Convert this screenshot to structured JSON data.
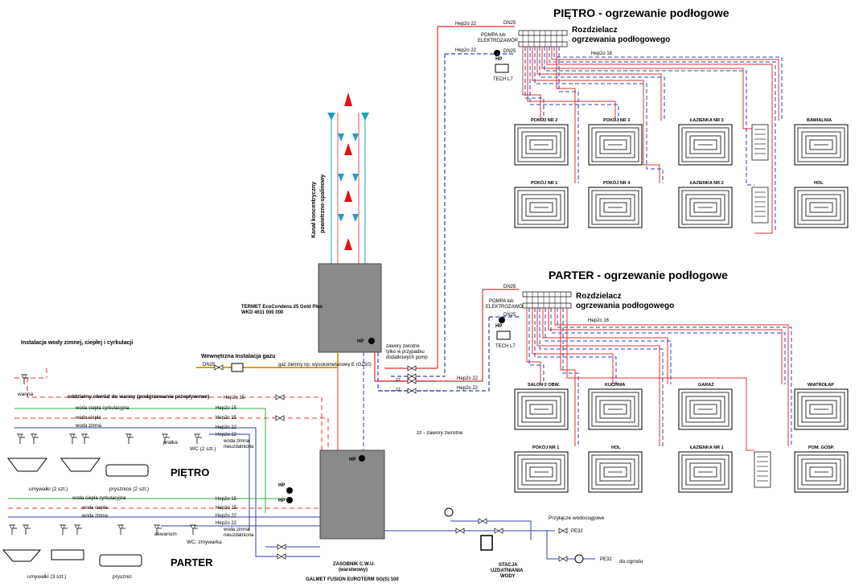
{
  "pietro": {
    "title": "PIĘTRO - ogrzewanie podłogowe",
    "distributor": [
      "Rozdzielacz",
      "ogrzewania podłogowego"
    ],
    "pump": [
      "POMPA lub",
      "ELEKTROZAWÓR"
    ],
    "tech": "TECH L7",
    "hp": "HP",
    "hep22_top": "Hep2o 22",
    "hep22_mid": "Hep2o 22",
    "hep16": "Hep2o 16",
    "dn25_a": "DN25",
    "dn25_b": "DN25",
    "rooms": [
      "POKÓJ NR 2",
      "POKÓJ NR 3",
      "ŁAZIENKA NR 3",
      "BAWIALNIA",
      "POKÓJ NR 1",
      "POKÓJ NR  4",
      "ŁAZIENKA NR 2",
      "HOL"
    ]
  },
  "parter": {
    "title": "PARTER - ogrzewanie podłogowe",
    "distributor": [
      "Rozdzielacz",
      "ogrzewania podłogowego"
    ],
    "pump": [
      "POMPA lub",
      "ELEKTROZAWÓR"
    ],
    "tech": "TECH L7",
    "hp": "HP",
    "hep22_a": "Hep2o 22",
    "hep22_b": "Hep2o 22",
    "hep16": "Hep2o 16",
    "dn25_a": "DN25",
    "dn25_b": "DN25",
    "rooms": [
      "SALON  2 OBW.",
      "KUCHNIA",
      "GARAŻ",
      "WIATROŁAP",
      "POKÓJ NR 1",
      "HOL",
      "ŁAZIENKA NR 1",
      "POM. GOSP."
    ]
  },
  "boiler": {
    "chimney_label": [
      "Kanał koncentryczny",
      "powietrzno-spalinowy"
    ],
    "name": [
      "TERMET EcoCondens 25 Gold Plus",
      "WKD 4611 000 000"
    ],
    "hp": "HP"
  },
  "storage": {
    "hp": "HP",
    "label": [
      "ZASOBNIK C.W.U.",
      "(warstwowy)",
      "GALMET FUSION EUROTERM SG(S) 100"
    ]
  },
  "water_station": {
    "label": [
      "STACJA",
      "UZDATNIANIA",
      "WODY"
    ],
    "connection": "Przyłącze wodociągowe",
    "pe32_a": "PE32",
    "pe32_b": "PE32",
    "garden": "do ogrodu"
  },
  "gas": {
    "label": "Wewnętrzna Instalacja gazu",
    "dn25": "DN25",
    "pipe": "gaz ziemny np. wysokometanowy E (GZ50)"
  },
  "valves_note": [
    "zawory zwrotne",
    "tylko w przypadku",
    "dodatkowych pomp"
  ],
  "zz_note": "zz - zawory zwrotne",
  "zz": "zz",
  "water": {
    "title": "Instalacja wody zimnej, ciepłej i cyrkulacji",
    "wanna": "wanna",
    "wanna_circuit": "oddzielny obwód do wanny (podgrzewanie przepływowe)",
    "circ": "woda ciepła cyrkulacyjna",
    "warm": "woda ciepła",
    "cold": "woda zimna",
    "hep15": "Hep2o 15",
    "hep22": "Hep2o 22",
    "untreated": [
      "woda zimna",
      "nieuzdatniona"
    ],
    "floor_pietro": "PIĘTRO",
    "floor_parter": "PARTER",
    "umywalki2": "umywalki (2 szt.)",
    "prysznice2": "prysznice (2 szt.)",
    "pralka": "pralka",
    "wc2": "WC  (2 szt.)",
    "umywalki3": "umywalki (3 szt.)",
    "prysznic": "prysznic",
    "akwarium": "akwarium",
    "wc_zmywarka": "WC, zmywarka",
    "hp": "HP"
  },
  "colors": {
    "supply": "#e03030",
    "return": "#3040b0",
    "circulation": "#30b040",
    "gas": "#d8a020",
    "flue_up": "#e01010",
    "air_down": "#20a0c0"
  }
}
